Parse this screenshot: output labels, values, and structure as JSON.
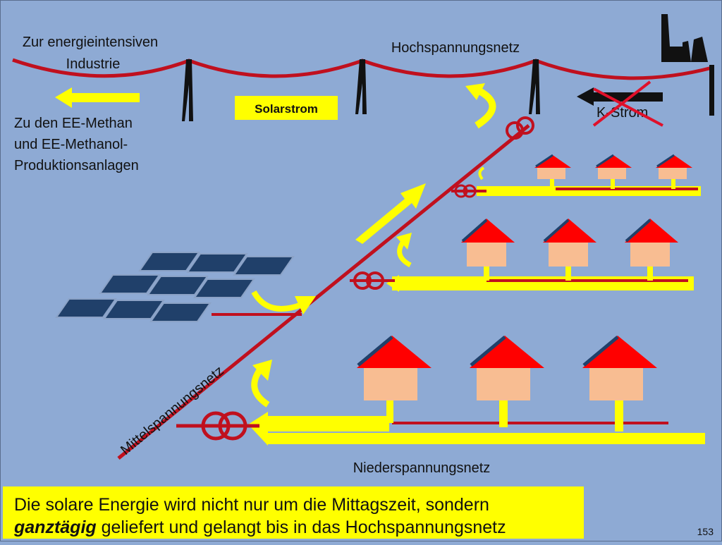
{
  "labels": {
    "industry": [
      "Zur energieintensiven",
      "Industrie"
    ],
    "high_voltage": "Hochspannungsnetz",
    "methan": [
      "Zu den EE-Methan",
      "und EE-Methanol-",
      "Produktionsanlagen"
    ],
    "solarstrom": "Solarstrom",
    "k_strom": "K-Strom",
    "medium_voltage": "Mittelspannungsnetz",
    "low_voltage": "Niederspannungsnetz"
  },
  "caption": {
    "line1": "Die solare Energie wird nicht nur um die Mittagszeit, sondern",
    "line2_emph": "ganztägig",
    "line2_rest": " geliefert und gelangt bis in das Hochspannungsnetz"
  },
  "page_number": "153",
  "colors": {
    "background": "#8eaad4",
    "line_red": "#c0101e",
    "arrow_yellow": "#ffff00",
    "house_wall": "#f8bd92",
    "roof_red": "#ff0000",
    "panel": "#20406a",
    "tower": "#111111"
  },
  "icons": [
    "factory-icon",
    "solar-panel-icon",
    "house-icon",
    "transformer-icon",
    "curved-arrow-icon",
    "cross-icon"
  ]
}
